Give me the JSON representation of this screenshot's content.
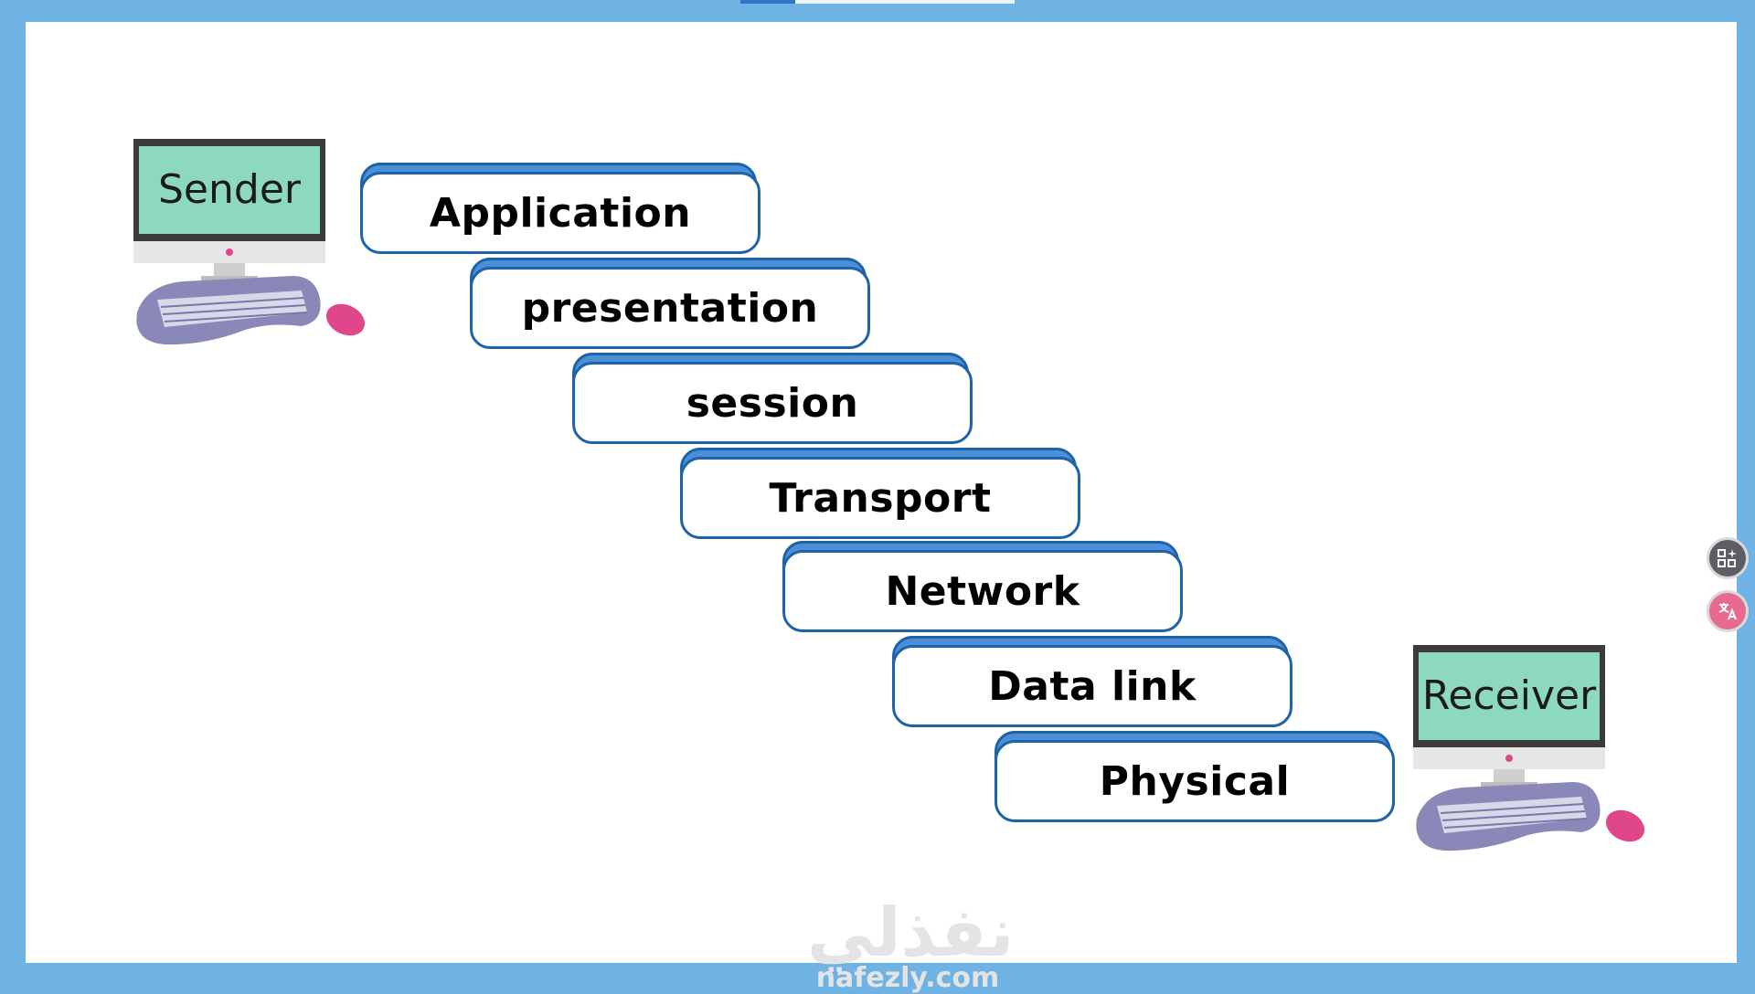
{
  "sender": {
    "label": "Sender"
  },
  "receiver": {
    "label": "Receiver"
  },
  "layers": [
    {
      "label": "Application"
    },
    {
      "label": "presentation"
    },
    {
      "label": "session"
    },
    {
      "label": "Transport"
    },
    {
      "label": "Network"
    },
    {
      "label": "Data link"
    },
    {
      "label": "Physical"
    }
  ],
  "watermark": {
    "arabic": "نفذلي",
    "latin": "nafezly.com"
  },
  "side_buttons": [
    {
      "icon": "grid-sparkle-icon"
    },
    {
      "icon": "translate-icon"
    }
  ],
  "colors": {
    "frame": "#6fb3e4",
    "layer_border": "#1e63a8",
    "layer_back": "#4a8fd8",
    "screen": "#8cd9c0",
    "keyboard": "#8a88b8",
    "mouse": "#e0468a"
  }
}
